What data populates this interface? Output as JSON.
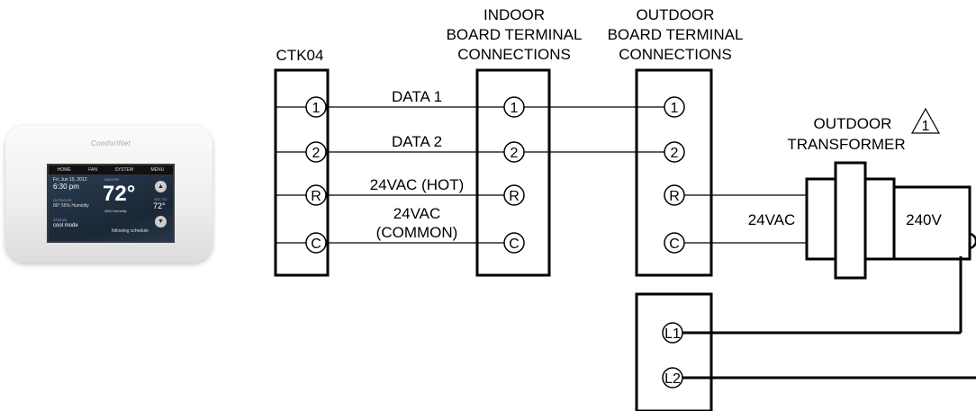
{
  "thermostat": {
    "brand": "ComfortNet",
    "tabs": [
      "HOME",
      "FAN",
      "SYSTEM",
      "MENU"
    ],
    "date": "Fri, Jun 15, 2012",
    "time": "6:30 pm",
    "indoor_label": "INDOOR",
    "temperature": "72°",
    "humidity": "45% Humidity",
    "outdoor_label": "OUTDOOR",
    "outdoor_values": "80° 55% Humidity",
    "set_to_label": "SET TO",
    "set_to_value": "72°",
    "status_label": "STATUS",
    "mode": "cool mode",
    "schedule": "following schedule"
  },
  "diagram": {
    "ctk_title": "CTK04",
    "indoor_title": [
      "INDOOR",
      "BOARD TERMINAL",
      "CONNECTIONS"
    ],
    "outdoor_title": [
      "OUTDOOR",
      "BOARD TERMINAL",
      "CONNECTIONS"
    ],
    "terminals": [
      "1",
      "2",
      "R",
      "C"
    ],
    "line_terminals": [
      "L1",
      "L2"
    ],
    "wire_labels": {
      "data1": "DATA 1",
      "data2": "DATA 2",
      "hot": "24VAC (HOT)",
      "common_1": "24VAC",
      "common_2": "(COMMON)",
      "secondary": "24VAC",
      "primary": "240V"
    },
    "transformer_title": [
      "OUTDOOR",
      "TRANSFORMER"
    ],
    "note_number": "1"
  }
}
